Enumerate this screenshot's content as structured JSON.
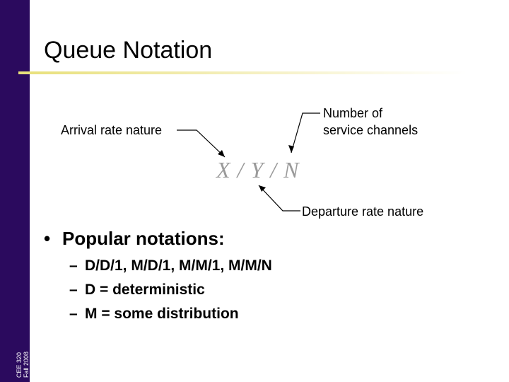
{
  "sidebar": {
    "line1": "CEE 320",
    "line2": "Fall 2008"
  },
  "title": "Queue Notation",
  "diagram": {
    "formula": "X / Y / N",
    "label_arrival": "Arrival rate nature",
    "label_channels_line1": "Number of",
    "label_channels_line2": "service channels",
    "label_departure": "Departure rate nature"
  },
  "bullet": {
    "heading": "Popular notations:",
    "items": [
      "D/D/1, M/D/1, M/M/1, M/M/N",
      "D = deterministic",
      "M = some distribution"
    ]
  }
}
